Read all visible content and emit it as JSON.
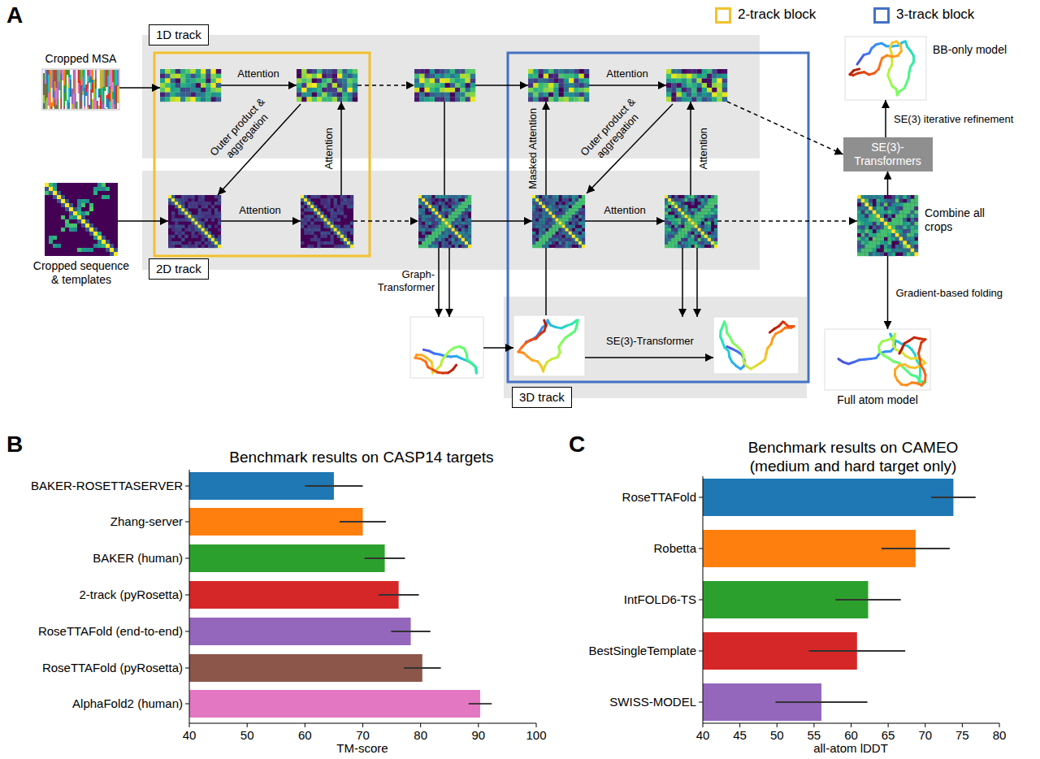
{
  "diagram": {
    "nodes": [
      {
        "text": [
          "Cropped MSA"
        ]
      },
      {
        "text": [
          "Cropped sequence & templates"
        ]
      },
      {
        "text": [
          "SE(3)-Transformers"
        ]
      },
      {
        "text": [
          "BB-only model"
        ]
      },
      {
        "text": [
          "Combine all crops"
        ]
      },
      {
        "text": [
          "Full atom model"
        ]
      },
      {
        "text": [
          "1D track"
        ]
      },
      {
        "text": [
          "2D track"
        ]
      },
      {
        "text": [
          "3D track"
        ]
      }
    ],
    "edges": [
      {
        "from": 4,
        "to": 2,
        "arrow": "to"
      },
      {
        "from": 2,
        "to": 3,
        "arrow": "to",
        "label": "SE(3) iterative refinement"
      },
      {
        "from": 4,
        "to": 5,
        "arrow": "to",
        "label": "Gradient-based folding"
      }
    ],
    "labels": [
      "A",
      "Attention",
      "Outer product & aggregation",
      "Attention",
      "Attention",
      "Attention",
      "Masked Attention",
      "Outer product & aggregation",
      "Attention",
      "Attention",
      "Graph-Transformer",
      "SE(3)-Transformer",
      "B",
      "Benchmark results on CASP14 targets",
      "BAKER-ROSETTASERVER",
      "Zhang-server",
      "BAKER (human)",
      "2-track (pyRosetta)",
      "RoseTTAFold (end-to-end)",
      "RoseTTAFold (pyRosetta)",
      "AlphaFold2 (human)",
      "40",
      "50",
      "60",
      "70",
      "80",
      "90",
      "100",
      "TM-score",
      "C",
      "Benchmark results on CAMEO (medium and hard target only)",
      "RoseTTAFold",
      "Robetta",
      "IntFOLD6-TS",
      "BestSingleTemplate",
      "SWISS-MODEL",
      "40",
      "45",
      "50",
      "55",
      "60",
      "65",
      "70",
      "75",
      "80",
      "all-atom lDDT"
    ],
    "legend": [
      {
        "text": "2-track block",
        "color": "#f2c12e"
      },
      {
        "text": "3-track block",
        "color": "#4472c4"
      }
    ]
  }
}
